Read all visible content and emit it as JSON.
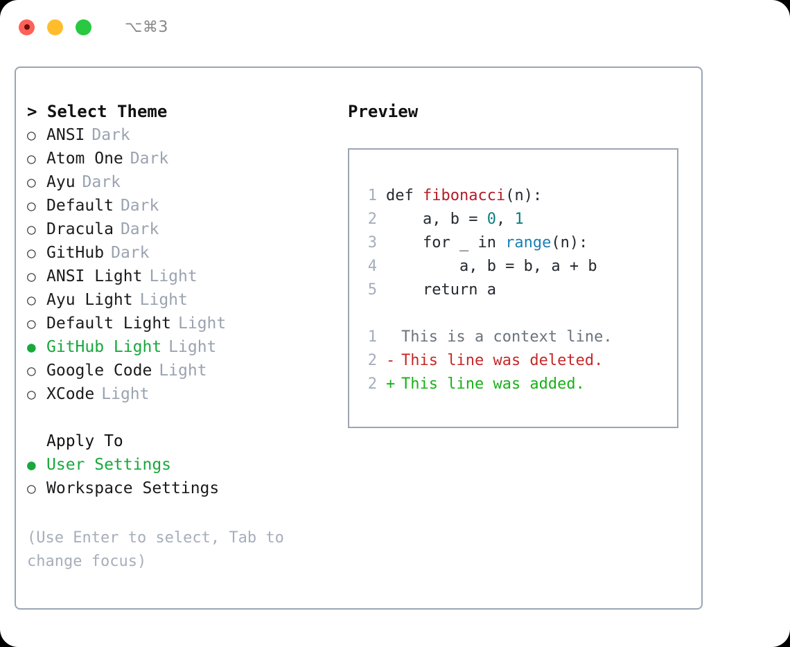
{
  "window": {
    "shortcut": "⌥⌘3",
    "traffic_lights": [
      {
        "name": "close",
        "color": "#ff6058"
      },
      {
        "name": "minimize",
        "color": "#ffbd2e"
      },
      {
        "name": "maximize",
        "color": "#28c840"
      }
    ]
  },
  "colors": {
    "accent_selected": "#18a83c",
    "border": "#9aa5b4",
    "muted_text": "#9aa3b0",
    "hint_text": "#a6aebb",
    "code_func": "#b31d28",
    "code_number": "#0d7d7d",
    "code_builtin": "#1a7fb5",
    "diff_added": "#17b117",
    "diff_deleted": "#c62828",
    "diff_context": "#6a737d"
  },
  "theme_panel": {
    "header": "> Select Theme",
    "bullet_selected": "●",
    "bullet_unselected": "○",
    "items": [
      {
        "name": "ANSI",
        "tag": "Dark",
        "selected": false
      },
      {
        "name": "Atom One",
        "tag": "Dark",
        "selected": false
      },
      {
        "name": "Ayu",
        "tag": "Dark",
        "selected": false
      },
      {
        "name": "Default",
        "tag": "Dark",
        "selected": false
      },
      {
        "name": "Dracula",
        "tag": "Dark",
        "selected": false
      },
      {
        "name": "GitHub",
        "tag": "Dark",
        "selected": false
      },
      {
        "name": "ANSI Light",
        "tag": "Light",
        "selected": false
      },
      {
        "name": "Ayu Light",
        "tag": "Light",
        "selected": false
      },
      {
        "name": "Default Light",
        "tag": "Light",
        "selected": false
      },
      {
        "name": "GitHub Light",
        "tag": "Light",
        "selected": true
      },
      {
        "name": "Google Code",
        "tag": "Light",
        "selected": false
      },
      {
        "name": "XCode",
        "tag": "Light",
        "selected": false
      }
    ]
  },
  "apply_to": {
    "header": "Apply To",
    "options": [
      {
        "label": "User Settings",
        "selected": true
      },
      {
        "label": "Workspace Settings",
        "selected": false
      }
    ]
  },
  "hint": "(Use Enter to select, Tab to change focus)",
  "preview": {
    "header": "Preview",
    "code_lines": [
      {
        "number": "1",
        "tokens": [
          {
            "text": "def ",
            "kind": "def"
          },
          {
            "text": "fibonacci",
            "kind": "func"
          },
          {
            "text": "(n):",
            "kind": "punct"
          }
        ]
      },
      {
        "number": "2",
        "tokens": [
          {
            "text": "    a, b = ",
            "kind": "plain"
          },
          {
            "text": "0",
            "kind": "num"
          },
          {
            "text": ", ",
            "kind": "plain"
          },
          {
            "text": "1",
            "kind": "num"
          }
        ]
      },
      {
        "number": "3",
        "tokens": [
          {
            "text": "    for _ in ",
            "kind": "plain"
          },
          {
            "text": "range",
            "kind": "builtin"
          },
          {
            "text": "(n):",
            "kind": "punct"
          }
        ]
      },
      {
        "number": "4",
        "tokens": [
          {
            "text": "        a, b = b, a + b",
            "kind": "plain"
          }
        ]
      },
      {
        "number": "5",
        "tokens": [
          {
            "text": "    return a",
            "kind": "plain"
          }
        ]
      }
    ],
    "diff_lines": [
      {
        "number": "1",
        "mark": " ",
        "text": "This is a context line.",
        "kind": "context"
      },
      {
        "number": "2",
        "mark": "-",
        "text": "This line was deleted.",
        "kind": "deleted"
      },
      {
        "number": "2",
        "mark": "+",
        "text": "This line was added.",
        "kind": "added"
      }
    ]
  }
}
